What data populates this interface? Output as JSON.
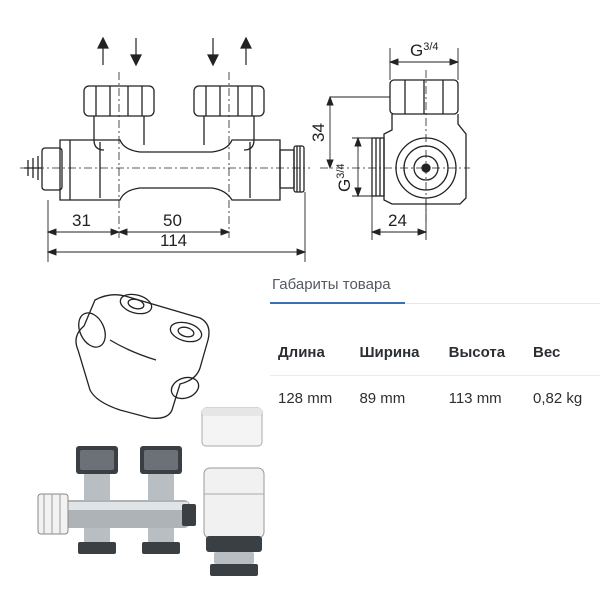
{
  "drawing": {
    "dims": {
      "d31": "31",
      "d50": "50",
      "d114": "114",
      "d34": "34",
      "d24": "24",
      "thread_top": "G",
      "thread_top_frac": "3/4",
      "thread_side": "G",
      "thread_side_frac": "3/4"
    }
  },
  "specs_panel": {
    "title": "Габариты товара",
    "headers": [
      "Длина",
      "Ширина",
      "Высота",
      "Вес"
    ],
    "values": [
      "128 mm",
      "89 mm",
      "113 mm",
      "0,82 kg"
    ]
  },
  "colors": {
    "accent": "#3b6fb6",
    "line": "#222222"
  }
}
